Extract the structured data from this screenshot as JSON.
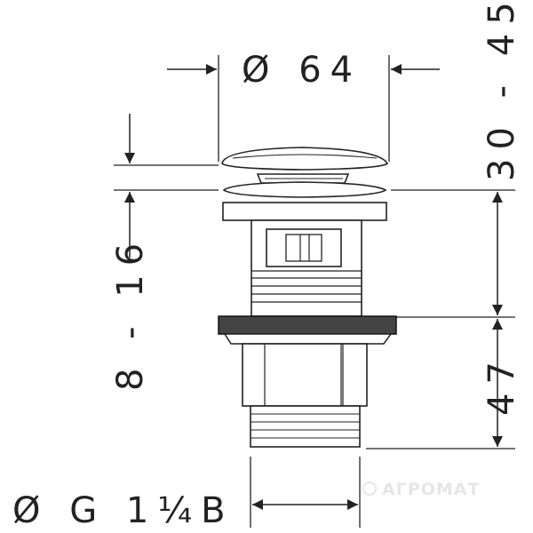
{
  "dimensions": {
    "cap_diameter": "Ø 64",
    "top_range": "30 - 45",
    "body_height": "47",
    "side_range": "8 - 16",
    "thread": "Ø G 1¼B"
  },
  "watermark": "АГРОМАТ",
  "colors": {
    "line": "#222222",
    "watermark": "#e6e6e6"
  }
}
